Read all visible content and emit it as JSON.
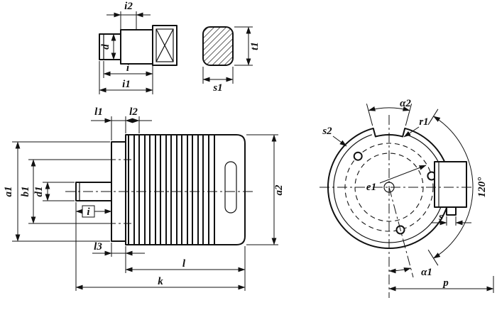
{
  "labels": {
    "shaft_detail": {
      "i2": "i2",
      "d": "d",
      "i": "i",
      "i1": "i1"
    },
    "key_section": {
      "t1": "t1",
      "s1": "s1"
    },
    "side_view": {
      "l1": "l1",
      "l2": "l2",
      "a1": "a1",
      "b1": "b1",
      "d1": "d1",
      "i": "i",
      "a2": "a2",
      "l3": "l3",
      "l": "l",
      "k": "k"
    },
    "end_view": {
      "s2": "s2",
      "alpha2": "α2",
      "r1": "r1",
      "e1": "e1",
      "angle": "120°",
      "s": "s",
      "alpha1": "α1",
      "p": "p"
    }
  },
  "colors": {
    "line": "#111111",
    "background": "#ffffff"
  }
}
